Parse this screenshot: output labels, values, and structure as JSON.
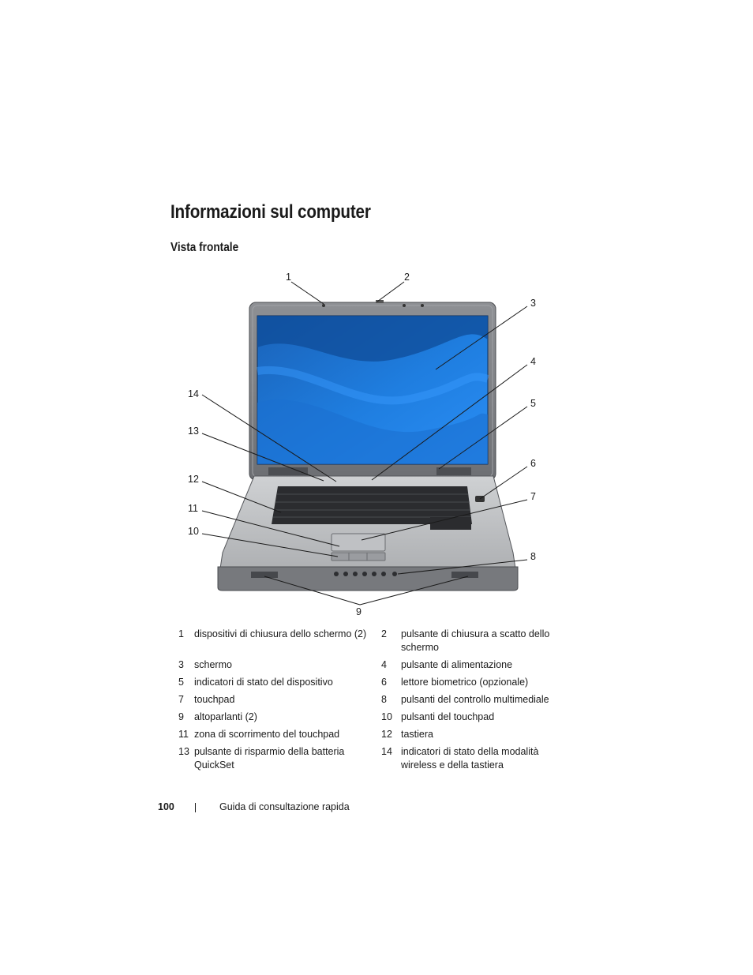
{
  "page": {
    "title": "Informazioni sul computer",
    "section": "Vista frontale",
    "page_number": "100",
    "footer_text": "Guida di consultazione rapida"
  },
  "callouts": [
    "1",
    "2",
    "3",
    "4",
    "5",
    "6",
    "7",
    "8",
    "9",
    "10",
    "11",
    "12",
    "13",
    "14"
  ],
  "legend": [
    {
      "n1": "1",
      "t1": "dispositivi di chiusura dello schermo (2)",
      "n2": "2",
      "t2": "pulsante di chiusura a scatto dello schermo"
    },
    {
      "n1": "3",
      "t1": "schermo",
      "n2": "4",
      "t2": "pulsante di alimentazione"
    },
    {
      "n1": "5",
      "t1": "indicatori di stato del dispositivo",
      "n2": "6",
      "t2": "lettore biometrico (opzionale)"
    },
    {
      "n1": "7",
      "t1": "touchpad",
      "n2": "8",
      "t2": "pulsanti del controllo multimediale"
    },
    {
      "n1": "9",
      "t1": "altoparlanti (2)",
      "n2": "10",
      "t2": "pulsanti del touchpad"
    },
    {
      "n1": "11",
      "t1": "zona di scorrimento del touchpad",
      "n2": "12",
      "t2": "tastiera"
    },
    {
      "n1": "13",
      "t1": "pulsante di risparmio della batteria QuickSet",
      "n2": "14",
      "t2": "indicatori di stato della modalità wireless e della tastiera"
    }
  ]
}
